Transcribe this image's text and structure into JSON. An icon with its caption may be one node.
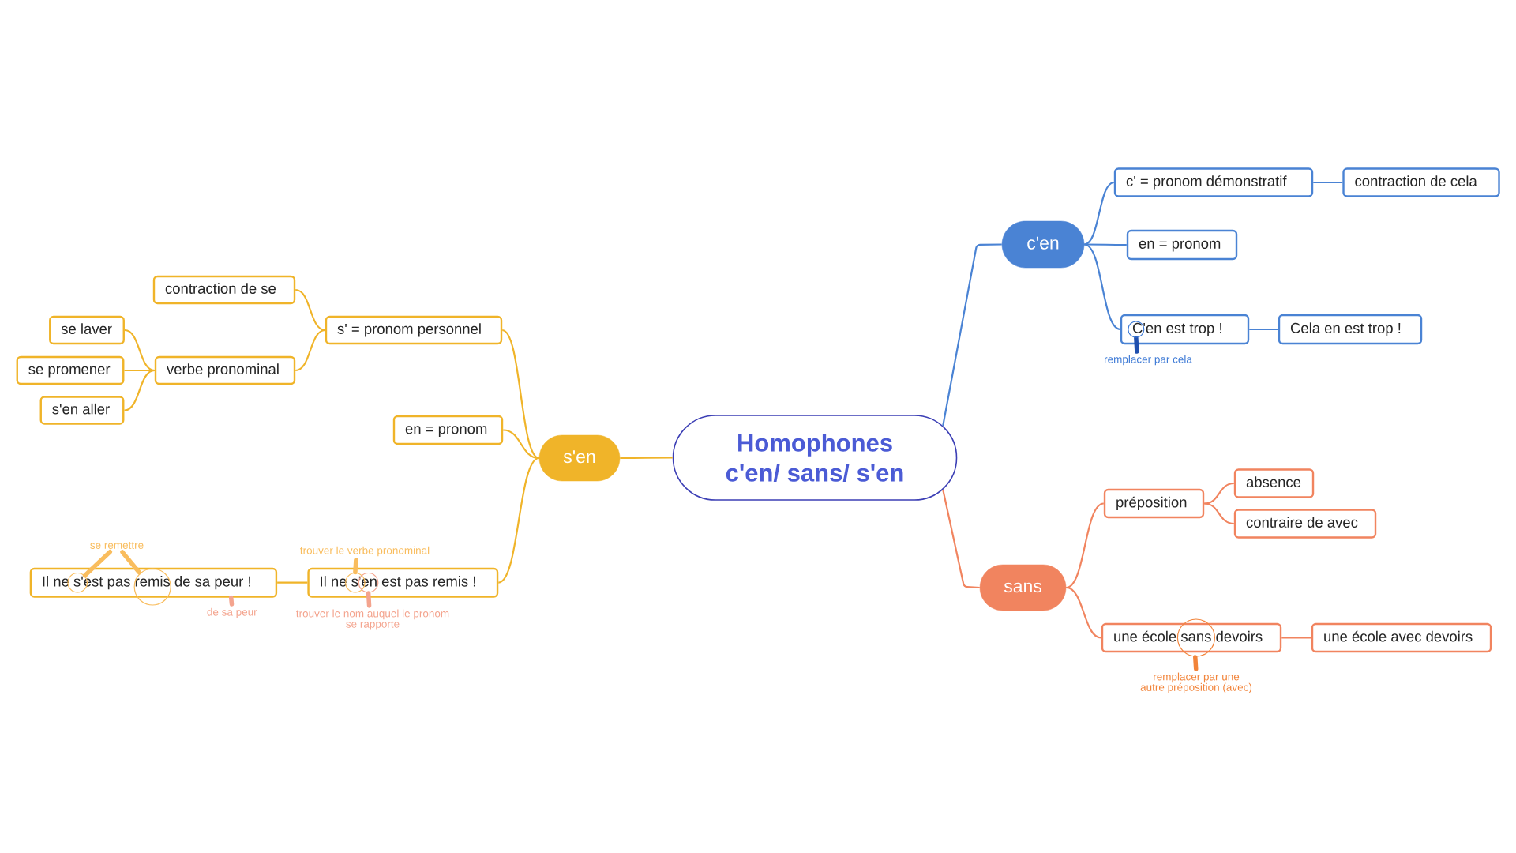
{
  "diagram": {
    "nodes": [
      {
        "text": [
          "Homophones c'en/ sans/ s'en"
        ]
      },
      {
        "text": [
          "c'en"
        ]
      },
      {
        "text": [
          "c' = pronom démonstratif"
        ]
      },
      {
        "text": [
          "contraction de cela"
        ]
      },
      {
        "text": [
          "en = pronom"
        ]
      },
      {
        "text": [
          "C'en est trop !"
        ]
      },
      {
        "text": [
          "Cela en est trop !"
        ]
      },
      {
        "text": [
          "remplacer par cela"
        ]
      },
      {
        "text": [
          "sans"
        ]
      },
      {
        "text": [
          "préposition"
        ]
      },
      {
        "text": [
          "absence"
        ]
      },
      {
        "text": [
          "contraire de avec"
        ]
      },
      {
        "text": [
          "une école sans devoirs"
        ]
      },
      {
        "text": [
          "une école avec devoirs"
        ]
      },
      {
        "text": [
          "remplacer par une autre préposition (avec)"
        ]
      },
      {
        "text": [
          "s'en"
        ]
      },
      {
        "text": [
          "s' = pronom personnel"
        ]
      },
      {
        "text": [
          "contraction de se"
        ]
      },
      {
        "text": [
          "verbe pronominal"
        ]
      },
      {
        "text": [
          "se laver"
        ]
      },
      {
        "text": [
          "se promener"
        ]
      },
      {
        "text": [
          "s'en aller"
        ]
      },
      {
        "text": [
          "en = pronom"
        ]
      },
      {
        "text": [
          "Il ne s'en est pas remis !"
        ]
      },
      {
        "text": [
          "trouver le verbe pronominal"
        ]
      },
      {
        "text": [
          "trouver le nom auquel le pronom se rapporte"
        ]
      },
      {
        "text": [
          "Il ne s'est pas remis de sa peur !"
        ]
      },
      {
        "text": [
          "se remettre"
        ]
      },
      {
        "text": [
          "de sa peur"
        ]
      }
    ],
    "edges": [
      {
        "from": 0,
        "to": 1,
        "arrow": "none",
        "color": "#4a83d4"
      },
      {
        "from": 1,
        "to": 2,
        "arrow": "none",
        "color": "#4a83d4"
      },
      {
        "from": 2,
        "to": 3,
        "arrow": "none",
        "color": "#4a83d4"
      },
      {
        "from": 1,
        "to": 4,
        "arrow": "none",
        "color": "#4a83d4"
      },
      {
        "from": 1,
        "to": 5,
        "arrow": "none",
        "color": "#4a83d4"
      },
      {
        "from": 5,
        "to": 6,
        "arrow": "none",
        "color": "#4a83d4"
      },
      {
        "from": 7,
        "to": 5,
        "arrow": "other",
        "style": "thick",
        "color": "#1f4fae"
      },
      {
        "from": 0,
        "to": 8,
        "arrow": "none",
        "color": "#f1845f"
      },
      {
        "from": 8,
        "to": 9,
        "arrow": "none",
        "color": "#f1845f"
      },
      {
        "from": 9,
        "to": 10,
        "arrow": "none",
        "color": "#f1845f"
      },
      {
        "from": 9,
        "to": 11,
        "arrow": "none",
        "color": "#f1845f"
      },
      {
        "from": 8,
        "to": 12,
        "arrow": "none",
        "color": "#f1845f"
      },
      {
        "from": 12,
        "to": 13,
        "arrow": "none",
        "color": "#f1845f"
      },
      {
        "from": 14,
        "to": 12,
        "arrow": "none",
        "style": "thick",
        "color": "#f2843a"
      },
      {
        "from": 0,
        "to": 15,
        "arrow": "none",
        "color": "#f0b429"
      },
      {
        "from": 15,
        "to": 16,
        "arrow": "none",
        "color": "#f0b429"
      },
      {
        "from": 16,
        "to": 17,
        "arrow": "none",
        "color": "#f0b429"
      },
      {
        "from": 16,
        "to": 18,
        "arrow": "none",
        "color": "#f0b429"
      },
      {
        "from": 18,
        "to": 19,
        "arrow": "none",
        "color": "#f0b429"
      },
      {
        "from": 18,
        "to": 20,
        "arrow": "none",
        "color": "#f0b429"
      },
      {
        "from": 18,
        "to": 21,
        "arrow": "none",
        "color": "#f0b429"
      },
      {
        "from": 15,
        "to": 22,
        "arrow": "none",
        "color": "#f0b429"
      },
      {
        "from": 15,
        "to": 23,
        "arrow": "none",
        "color": "#f0b429"
      },
      {
        "from": 23,
        "to": 26,
        "arrow": "none",
        "color": "#f0b429"
      },
      {
        "from": 24,
        "to": 23,
        "arrow": "other",
        "style": "thick",
        "color": "#f9bd5e"
      },
      {
        "from": 25,
        "to": 23,
        "arrow": "other",
        "style": "thick",
        "color": "#f4a48e"
      },
      {
        "from": 27,
        "to": 26,
        "arrow": "other",
        "style": "thick",
        "color": "#f9bd5e"
      },
      {
        "from": 27,
        "to": 26,
        "arrow": "none",
        "style": "thick",
        "color": "#f9bd5e"
      },
      {
        "from": 28,
        "to": 26,
        "arrow": "none",
        "style": "thick",
        "color": "#f4a48e"
      }
    ]
  }
}
